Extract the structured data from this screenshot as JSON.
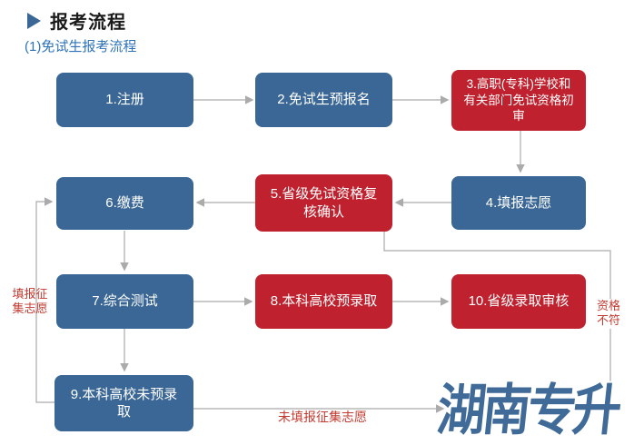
{
  "page": {
    "title": "报考流程",
    "subtitle": "(1)免试生报考流程"
  },
  "flow": {
    "boxes": [
      {
        "label": "1.注册",
        "type": "blue"
      },
      {
        "label": "2.免试生预报名",
        "type": "blue"
      },
      {
        "label": "3.高职(专科)学校和有关部门免试资格初审",
        "type": "red"
      },
      {
        "label": "4.填报志愿",
        "type": "blue"
      },
      {
        "label": "5.省级免试资格复核确认",
        "type": "red"
      },
      {
        "label": "6.缴费",
        "type": "blue"
      },
      {
        "label": "7.综合测试",
        "type": "blue"
      },
      {
        "label": "8.本科高校预录取",
        "type": "red"
      },
      {
        "label": "9.本科高校未预录取",
        "type": "blue"
      },
      {
        "label": "10.省级录取审核",
        "type": "red"
      }
    ],
    "edge_labels": {
      "fill_volunteer": "填报征集志愿",
      "not_qualified": "资格不符",
      "no_volunteer": "未填报征集志愿"
    }
  },
  "watermark": {
    "text": "湖南专升"
  },
  "colors": {
    "box_blue": "#3A6795",
    "box_red": "#C0212E",
    "connector_gray": "#ABABAB",
    "edge_label_red": "#C23A30",
    "subtitle_blue": "#2E73B8",
    "title_dark": "#1A1A1A"
  }
}
